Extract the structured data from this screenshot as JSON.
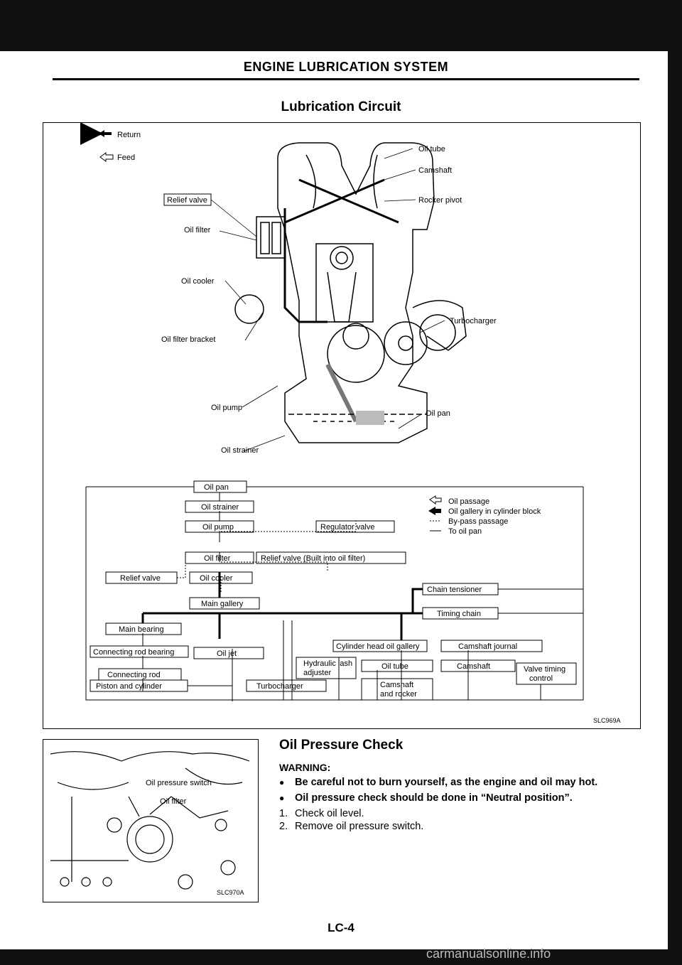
{
  "header": {
    "title": "ENGINE LUBRICATION SYSTEM"
  },
  "section": {
    "title": "Lubrication Circuit"
  },
  "diagram_legend": {
    "return": "Return",
    "feed": "Feed"
  },
  "engine_labels": {
    "oil_tube": "Oil tube",
    "camshaft": "Camshaft",
    "rocker_pivot": "Rocker pivot",
    "relief_valve": "Relief valve",
    "oil_filter": "Oil filter",
    "oil_cooler": "Oil cooler",
    "turbocharger": "Turbocharger",
    "oil_filter_bracket": "Oil filter bracket",
    "oil_pump": "Oil pump",
    "oil_pan": "Oil pan",
    "oil_strainer": "Oil strainer"
  },
  "flow": {
    "oil_pan": "Oil pan",
    "oil_strainer": "Oil strainer",
    "oil_pump": "Oil pump",
    "regulator_valve": "Regulator valve",
    "oil_filter": "Oil filter",
    "relief_valve_filter": "Relief valve (Built into oil filter)",
    "relief_valve": "Relief valve",
    "oil_cooler": "Oil cooler",
    "chain_tensioner": "Chain tensioner",
    "main_gallery": "Main gallery",
    "timing_chain": "Timing chain",
    "main_bearing": "Main bearing",
    "connecting_rod_bearing": "Connecting rod bearing",
    "oil_jet": "Oil jet",
    "cylinder_head_gallery": "Cylinder head oil gallery",
    "camshaft_journal": "Camshaft journal",
    "connecting_rod": "Connecting rod",
    "hydraulic_1": "Hydraulic lash",
    "hydraulic_2": "adjuster",
    "oil_tube": "Oil tube",
    "camshaft": "Camshaft",
    "valve_timing_1": "Valve timing",
    "valve_timing_2": "control",
    "piston_cylinder": "Piston and cylinder",
    "turbocharger": "Turbocharger",
    "camshaft_rocker_1": "Camshaft",
    "camshaft_rocker_2": "and rocker"
  },
  "flow_legend": {
    "oil_passage": "Oil passage",
    "oil_gallery": "Oil gallery in cylinder block",
    "bypass": "By-pass passage",
    "to_oil_pan": "To oil pan"
  },
  "figure_codes": {
    "main": "SLC969A",
    "photo": "SLC970A"
  },
  "photo_labels": {
    "oil_pressure_switch": "Oil pressure switch",
    "oil_filter": "Oil filter"
  },
  "check": {
    "title": "Oil Pressure Check",
    "warning_label": "WARNING:",
    "bullets": [
      "Be careful not to burn yourself, as the engine and oil may hot.",
      "Oil pressure check should be done in “Neutral position”."
    ],
    "steps": [
      "Check oil level.",
      "Remove oil pressure switch."
    ]
  },
  "page_number": "LC-4",
  "watermark": "carmanualsonline.info"
}
